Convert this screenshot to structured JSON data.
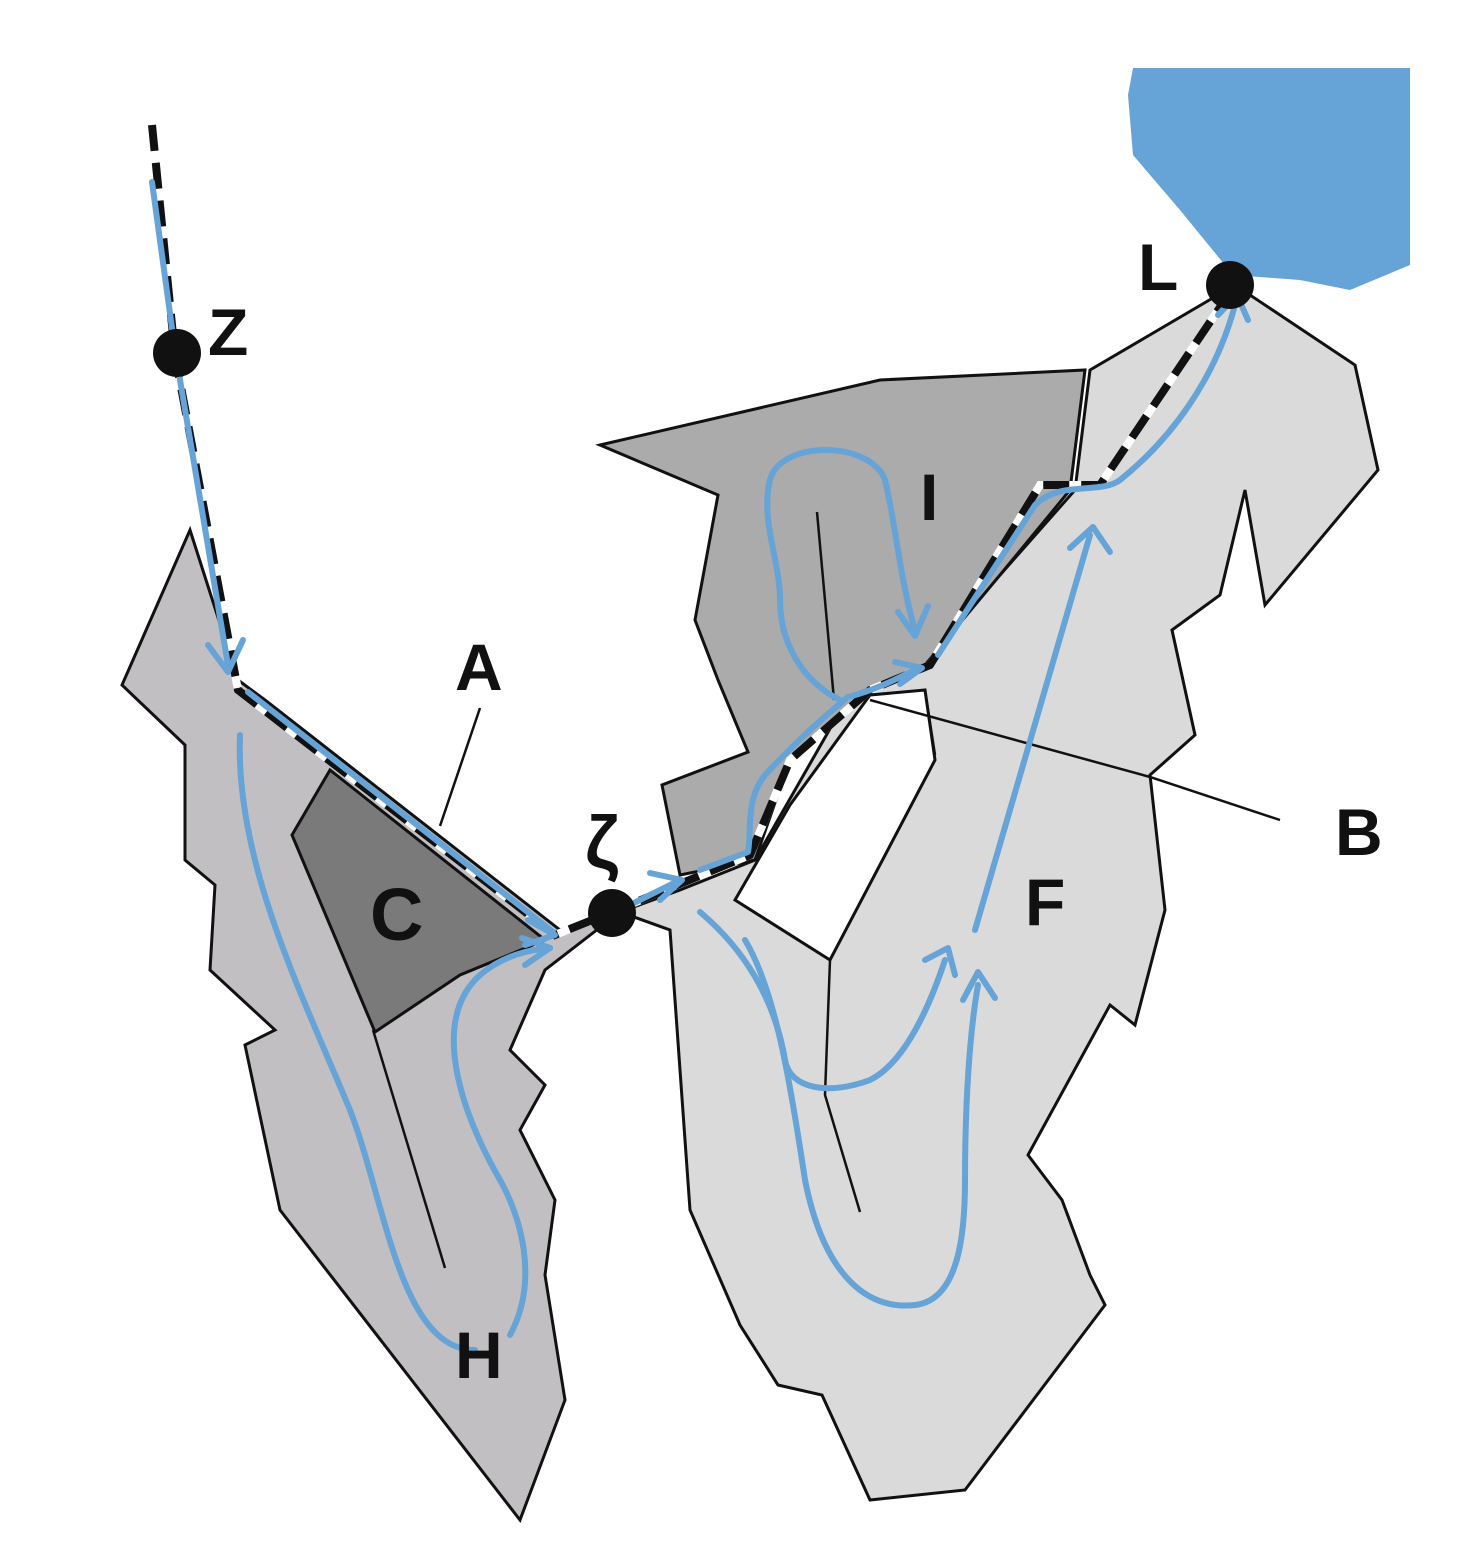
{
  "labels": {
    "Z": "Z",
    "zeta": "ζ",
    "L": "L",
    "A": "A",
    "B": "B",
    "C": "C",
    "F": "F",
    "H": "H",
    "I": "I"
  },
  "colors": {
    "water": "#66A3D6",
    "flow": "#66A3D6",
    "left_catchment": "#C2BFC2",
    "dark_subcatchment": "#7A7A7A",
    "upper_subcatchment": "#ABABAB",
    "right_catchment": "#DADADA",
    "outline": "#111111"
  }
}
